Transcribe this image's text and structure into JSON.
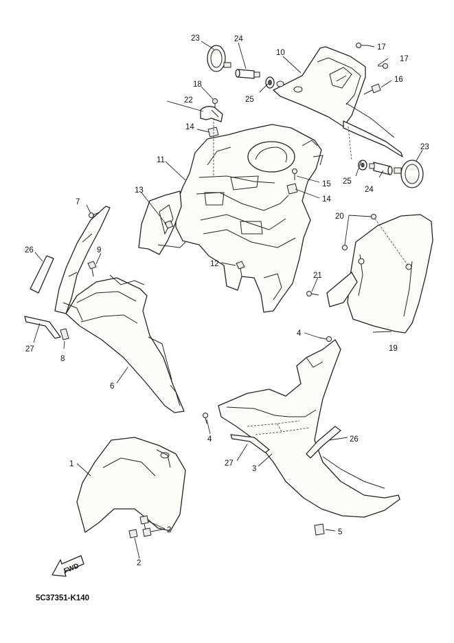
{
  "diagram": {
    "code": "5C37351-K140",
    "fwd_label": "FWD",
    "labels": [
      {
        "id": "l1",
        "text": "1"
      },
      {
        "id": "l2a",
        "text": "2"
      },
      {
        "id": "l2b",
        "text": "2"
      },
      {
        "id": "l3",
        "text": "3"
      },
      {
        "id": "l4a",
        "text": "4"
      },
      {
        "id": "l4b",
        "text": "4"
      },
      {
        "id": "l5",
        "text": "5"
      },
      {
        "id": "l6",
        "text": "6"
      },
      {
        "id": "l7",
        "text": "7"
      },
      {
        "id": "l8",
        "text": "8"
      },
      {
        "id": "l9",
        "text": "9"
      },
      {
        "id": "l10",
        "text": "10"
      },
      {
        "id": "l11",
        "text": "11"
      },
      {
        "id": "l12",
        "text": "12"
      },
      {
        "id": "l13",
        "text": "13"
      },
      {
        "id": "l14a",
        "text": "14"
      },
      {
        "id": "l14b",
        "text": "14"
      },
      {
        "id": "l15",
        "text": "15"
      },
      {
        "id": "l16",
        "text": "16"
      },
      {
        "id": "l17a",
        "text": "17"
      },
      {
        "id": "l17b",
        "text": "17"
      },
      {
        "id": "l18",
        "text": "18"
      },
      {
        "id": "l19",
        "text": "19"
      },
      {
        "id": "l20",
        "text": "20"
      },
      {
        "id": "l21",
        "text": "21"
      },
      {
        "id": "l22",
        "text": "22"
      },
      {
        "id": "l23a",
        "text": "23"
      },
      {
        "id": "l23b",
        "text": "23"
      },
      {
        "id": "l24a",
        "text": "24"
      },
      {
        "id": "l24b",
        "text": "24"
      },
      {
        "id": "l25a",
        "text": "25"
      },
      {
        "id": "l25b",
        "text": "25"
      },
      {
        "id": "l26a",
        "text": "26"
      },
      {
        "id": "l26b",
        "text": "26"
      },
      {
        "id": "l27a",
        "text": "27"
      },
      {
        "id": "l27b",
        "text": "27"
      }
    ]
  }
}
